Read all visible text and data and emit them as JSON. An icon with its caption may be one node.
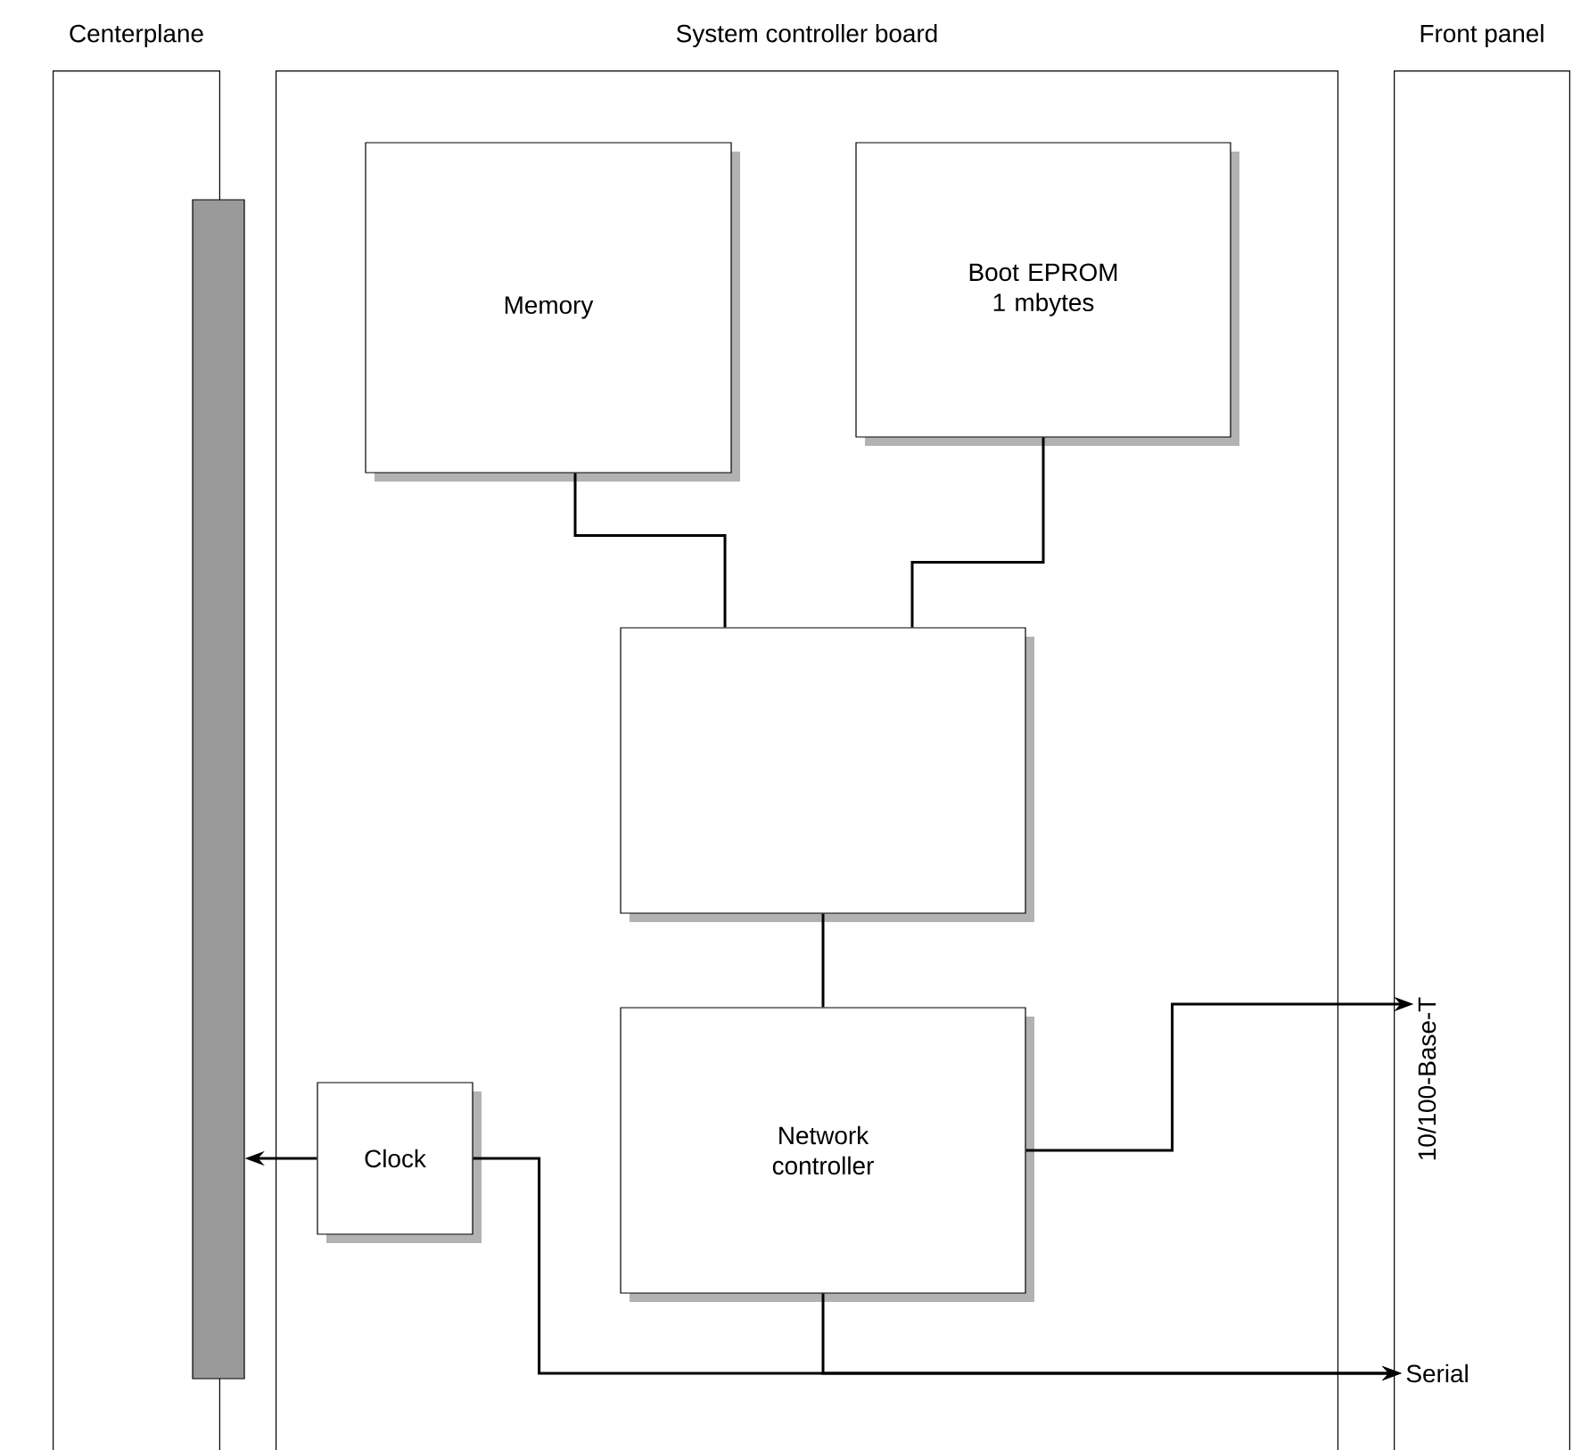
{
  "diagram": {
    "nodes": [
      {
        "text": [
          "Centerplane"
        ]
      },
      {
        "text": [
          "System controller board"
        ]
      },
      {
        "text": [
          "Front panel"
        ]
      },
      {
        "text": [],
        "shape": "bar"
      },
      {
        "text": [
          "Memory"
        ],
        "in": 1
      },
      {
        "text": [
          "Boot EPROM 1 mbytes"
        ],
        "in": 1
      },
      {
        "text": [],
        "shape": "box",
        "in": 1
      },
      {
        "text": [
          "Network controller"
        ],
        "in": 1
      },
      {
        "text": [
          "Clock"
        ],
        "in": 1
      },
      {
        "text": [
          "10/100-Base-T"
        ],
        "in": 2
      },
      {
        "text": [
          "Serial"
        ],
        "in": 2
      }
    ],
    "edges": [
      {
        "from": 4,
        "to": 6,
        "arrow": "none"
      },
      {
        "from": 5,
        "to": 6,
        "arrow": "none"
      },
      {
        "from": 6,
        "to": 7,
        "arrow": "none"
      },
      {
        "from": 7,
        "to": 9,
        "arrow": "to"
      },
      {
        "from": 8,
        "to": 3,
        "arrow": "to"
      },
      {
        "from": 8,
        "to": 10,
        "arrow": "to"
      },
      {
        "from": 7,
        "to": 10,
        "arrow": "to"
      }
    ]
  }
}
